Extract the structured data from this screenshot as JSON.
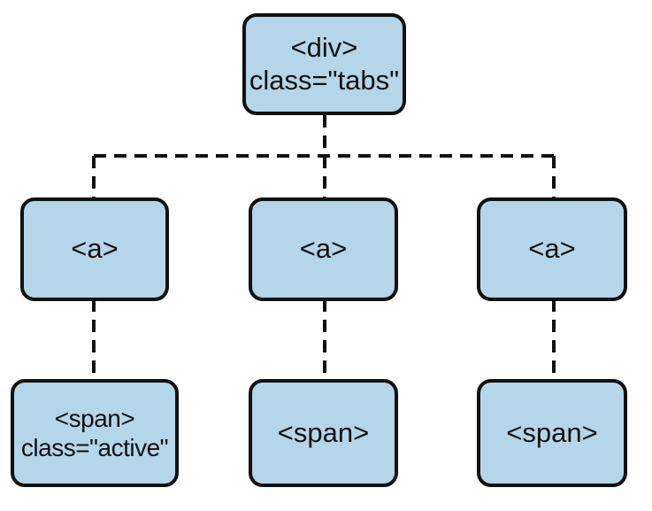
{
  "diagram": {
    "root": {
      "lines": [
        "<div>",
        "class=\"tabs\""
      ]
    },
    "children": [
      {
        "lines": [
          "<a>"
        ],
        "child": {
          "lines": [
            "<span>",
            "class=\"active\""
          ]
        }
      },
      {
        "lines": [
          "<a>"
        ],
        "child": {
          "lines": [
            "<span>"
          ]
        }
      },
      {
        "lines": [
          "<a>"
        ],
        "child": {
          "lines": [
            "<span>"
          ]
        }
      }
    ]
  },
  "colors": {
    "box_fill": "#b5d5ea",
    "stroke": "#111111"
  }
}
